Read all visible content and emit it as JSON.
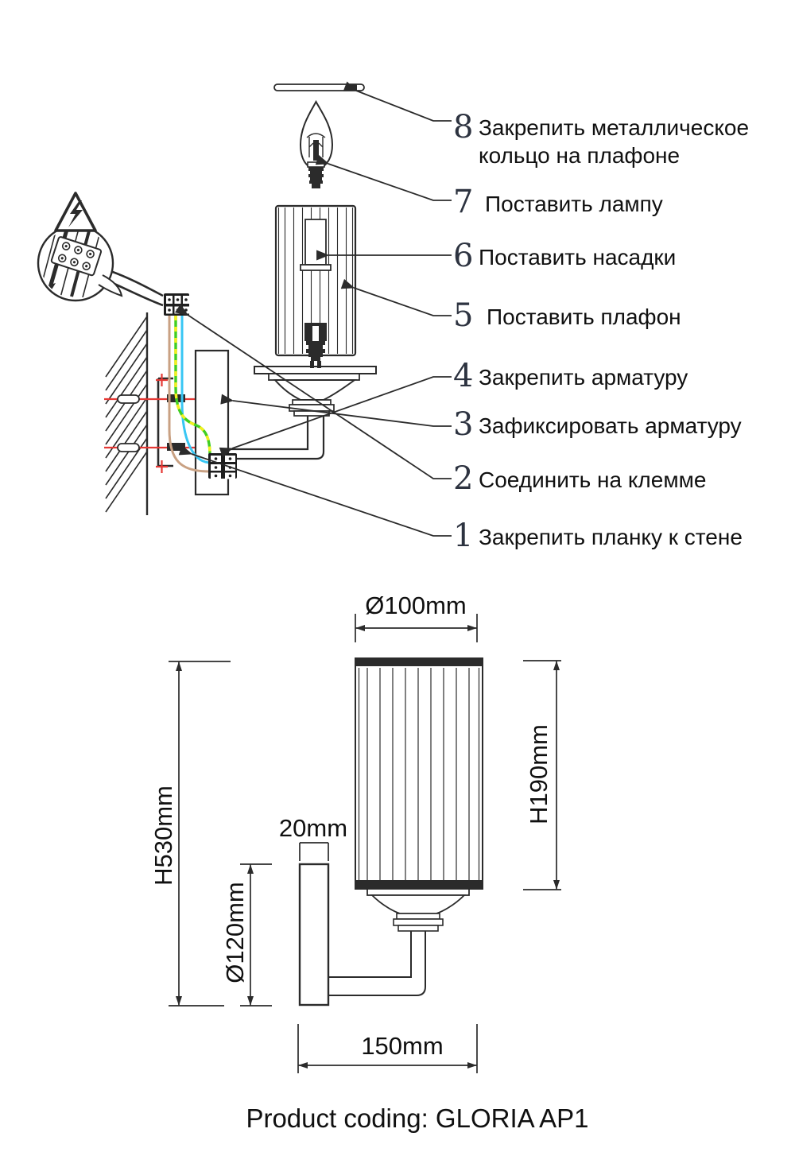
{
  "assembly": {
    "steps": [
      {
        "num": "8",
        "text": "Закрепить металлическое кольцо на плафоне"
      },
      {
        "num": "7",
        "text": "Поставить лампу"
      },
      {
        "num": "6",
        "text": "Поставить насадки"
      },
      {
        "num": "5",
        "text": "Поставить плафон"
      },
      {
        "num": "4",
        "text": "Закрепить арматуру"
      },
      {
        "num": "3",
        "text": "Зафиксировать арматуру"
      },
      {
        "num": "2",
        "text": "Соединить на клемме"
      },
      {
        "num": "1",
        "text": "Закрепить планку к стене"
      }
    ]
  },
  "dimensions": {
    "shade_diameter": "Ø100mm",
    "shade_height": "H190mm",
    "total_height": "H530mm",
    "backplate_diameter": "Ø120mm",
    "backplate_depth": "20mm",
    "wall_projection": "150mm"
  },
  "footer": {
    "product_coding": "Product coding: GLORIA AP1"
  },
  "colors": {
    "line": "#2b2b2b",
    "accent_red": "#e53935",
    "wire_brown": "#c9a183",
    "wire_blue": "#38c6f4",
    "wire_green": "#3fce22",
    "wire_yellow": "#f4f01f"
  }
}
